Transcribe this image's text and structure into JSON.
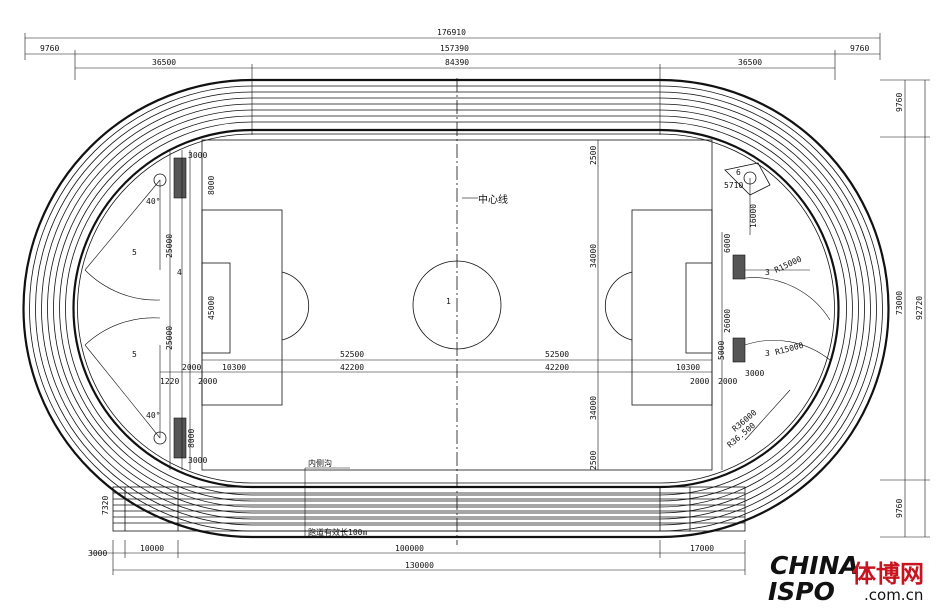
{
  "dims_top": {
    "total": "176910",
    "left_margin": "9760",
    "inner": "157390",
    "right_margin": "9760",
    "left_arc": "36500",
    "straight": "84390",
    "right_arc": "36500"
  },
  "dims_right": {
    "top": "9760",
    "total": "92720",
    "mid": "73000",
    "bottom": "9760"
  },
  "dims_bottom": {
    "a": "3000",
    "b": "10000",
    "c": "100000",
    "d": "17000",
    "total": "130000",
    "lane_width": "7320"
  },
  "field_dims": {
    "half_left": "52500",
    "half_right": "52500",
    "pen_left": "42200",
    "pen_right": "42200",
    "goal_left": "10300",
    "goal_right": "10300",
    "top_end": "2500",
    "width_top": "34000",
    "width_bottom": "34000",
    "bottom_end": "2500",
    "left_25000_a": "25000",
    "left_25000_b": "25000",
    "left_45000": "45000",
    "left_3000_top": "3000",
    "left_3000_bot": "3000",
    "left_8000_top": "8000",
    "left_8000_bot": "8000",
    "left_2000": "2000",
    "left_1220": "1220",
    "left_2000_b": "2000",
    "right_2000": "2000",
    "right_2000_b": "2000",
    "right_3000": "3000",
    "right_16000": "16000",
    "right_5710": "5710",
    "right_6000": "6000",
    "right_5000": "5000",
    "right_36000": "26000",
    "right_r15000_a": "R15000",
    "right_r15000_b": "R15000",
    "right_r36000": "R36000",
    "right_r36500": "R36.500",
    "angle_top": "40°",
    "angle_bot": "40°"
  },
  "labels": {
    "center_line": "中心线",
    "inner_edge": "内侧沟",
    "lane_note": "跑道有效长100m",
    "area_1": "1",
    "area_3a": "3",
    "area_3b": "3",
    "area_5a": "5",
    "area_5b": "5",
    "area_6": "6",
    "area_4": "4"
  },
  "watermark": {
    "china": "CHINA",
    "ispo": "ISPO",
    "cn_name": "体博网",
    "url": ".com.cn"
  }
}
